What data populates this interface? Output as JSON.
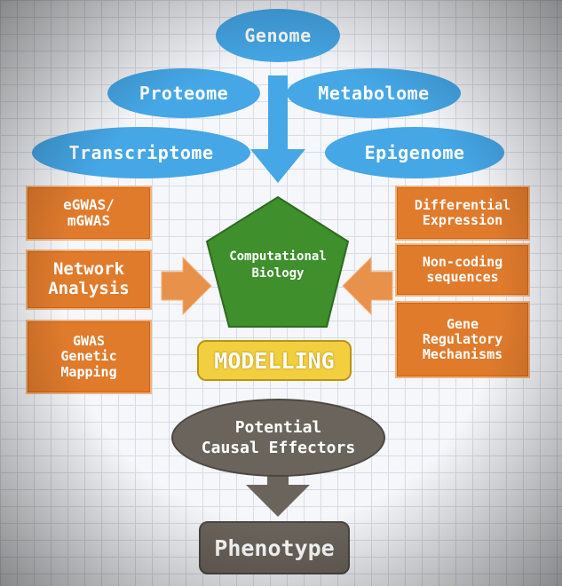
{
  "omics": {
    "genome": "Genome",
    "proteome": "Proteome",
    "metabolome": "Metabolome",
    "transcriptome": "Transcriptome",
    "epigenome": "Epigenome"
  },
  "left_methods": {
    "ewas": "eGWAS/\nmGWAS",
    "network": "Network\nAnalysis",
    "gwas": "GWAS\nGenetic\nMapping"
  },
  "right_methods": {
    "differential": "Differential\nExpression",
    "noncoding": "Non-coding\nsequences",
    "regulatory": "Gene\nRegulatory\nMechanisms"
  },
  "center": {
    "computational": "Computational\nBiology",
    "modelling": "MODELLING",
    "effectors": "Potential\nCausal Effectors",
    "phenotype": "Phenotype"
  },
  "colors": {
    "blue": "#45a7e6",
    "orange": "#e07b2c",
    "green": "#3f8f2c",
    "yellow": "#f2cf3e",
    "gray": "#6b645c"
  }
}
